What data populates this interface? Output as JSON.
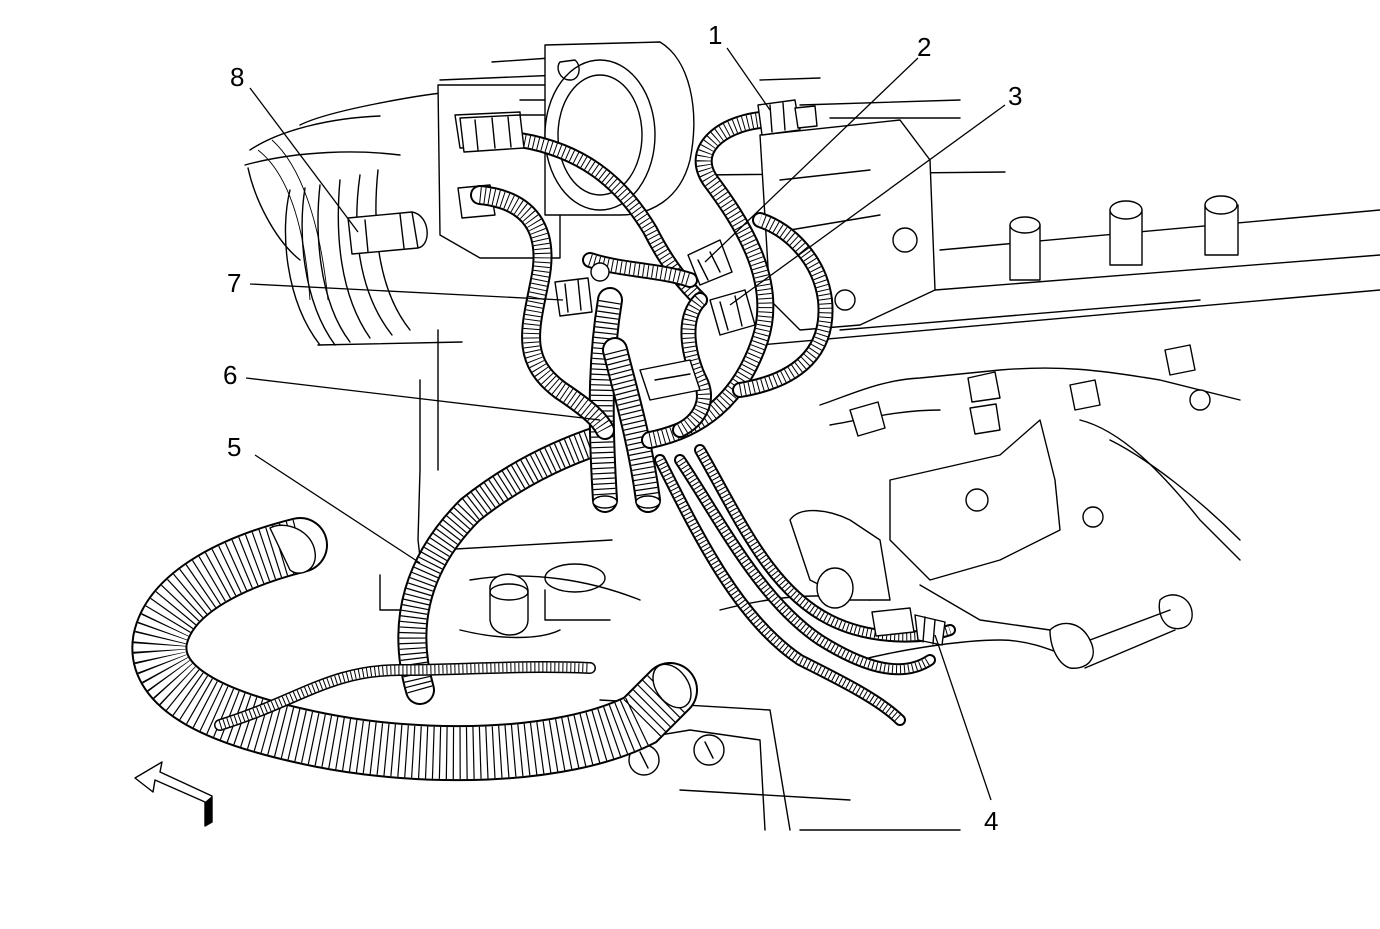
{
  "callouts": [
    {
      "id": "1",
      "label": "1",
      "part": "connector"
    },
    {
      "id": "2",
      "label": "2",
      "part": "connector"
    },
    {
      "id": "3",
      "label": "3",
      "part": "connector"
    },
    {
      "id": "4",
      "label": "4",
      "part": "sensor-connector"
    },
    {
      "id": "5",
      "label": "5",
      "part": "harness-conduit"
    },
    {
      "id": "6",
      "label": "6",
      "part": "harness-branch"
    },
    {
      "id": "7",
      "label": "7",
      "part": "connector"
    },
    {
      "id": "8",
      "label": "8",
      "part": "connector"
    }
  ],
  "colors": {
    "line": "#000000",
    "background": "#ffffff"
  },
  "icons": [
    "front-of-vehicle-arrow-icon"
  ]
}
